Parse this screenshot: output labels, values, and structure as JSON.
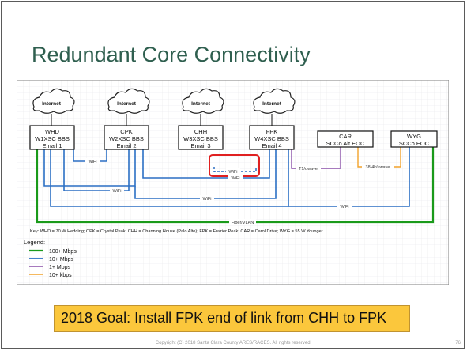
{
  "slide": {
    "title": "Redundant Core Connectivity",
    "goal": "2018 Goal:  Install FPK end of link from CHH to FPK",
    "footer": "Copyright (C) 2018 Santa Clara County ARES/RACES. All rights reserved.",
    "page_number": "76"
  },
  "diagram": {
    "clouds": [
      "Internet",
      "Internet",
      "Internet",
      "Internet"
    ],
    "nodes": [
      {
        "id": "WHD",
        "lines": [
          "WHD",
          "W1XSC BBS",
          "Email 1"
        ]
      },
      {
        "id": "CPK",
        "lines": [
          "CPK",
          "W2XSC BBS",
          "Email 2"
        ]
      },
      {
        "id": "CHH",
        "lines": [
          "CHH",
          "W3XSC BBS",
          "Email 3"
        ]
      },
      {
        "id": "FPK",
        "lines": [
          "FPK",
          "W4XSC BBS",
          "Email 4"
        ]
      },
      {
        "id": "CAR",
        "lines": [
          "CAR",
          "SCCo Alt EOC"
        ]
      },
      {
        "id": "WYG",
        "lines": [
          "WYG",
          "SCCo EOC"
        ]
      }
    ],
    "link_labels": {
      "wifi": "WiFi",
      "t1_uwave": "T1/uwave",
      "kbps_uwave": "38.4k/uwave",
      "fiber_vlan": "Fiber/VLAN"
    },
    "key": "Key:  WHD = 70 W Hedding; CPK = Crystal Peak; CHH = Channing House (Palo Alto); FPK = Frazier Peak; CAR = Carol Drive; WYG = 55 W Younger",
    "legend": {
      "title": "Legend:",
      "items": [
        {
          "label": "100+ Mbps",
          "color": "#1a9a1a"
        },
        {
          "label": "10+ Mbps",
          "color": "#2b6fc4"
        },
        {
          "label": "1+ Mbps",
          "color": "#8a4fa8"
        },
        {
          "label": "10+ kbps",
          "color": "#f2a22a"
        }
      ]
    },
    "colors": {
      "green": "#1a9a1a",
      "blue": "#2b6fc4",
      "purple": "#8a4fa8",
      "orange": "#f2a22a",
      "highlight": "#e02020"
    }
  }
}
